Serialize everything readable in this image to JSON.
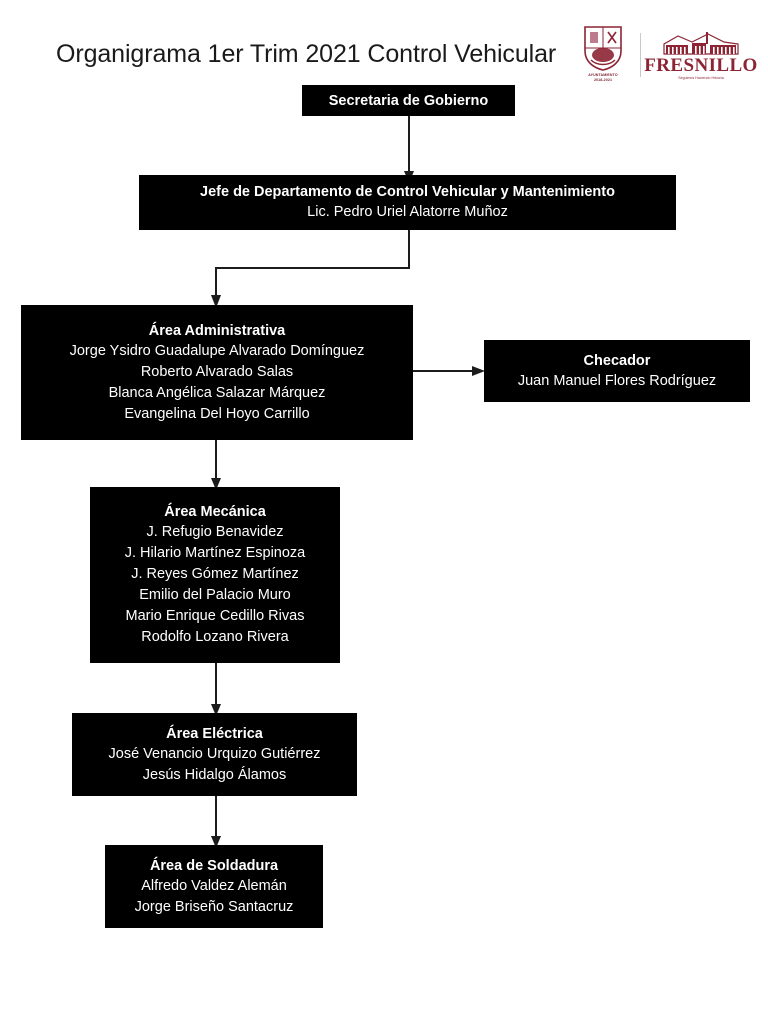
{
  "header": {
    "title": "Organigrama 1er Trim 2021 Control Vehicular",
    "logos": {
      "shield": {
        "name": "ayuntamiento-shield-logo",
        "caption_line1": "AYUNTAMIENTO",
        "caption_line2": "2018-2021",
        "color": "#8c2433"
      },
      "fresnillo": {
        "name": "fresnillo-logo",
        "wordmark": "FRESNILLO",
        "tagline": "Seguimos Haciendo Historia",
        "color": "#8c2433"
      }
    }
  },
  "chart": {
    "type": "org-chart",
    "nodes": [
      {
        "id": "secretaria",
        "role": "Secretaria de Gobierno",
        "people": []
      },
      {
        "id": "jefe-departamento",
        "role": "Jefe de Departamento de Control Vehicular y Mantenimiento",
        "people": [
          "Lic. Pedro Uriel Alatorre Muñoz"
        ]
      },
      {
        "id": "area-administrativa",
        "role": "Área Administrativa",
        "people": [
          "Jorge Ysidro Guadalupe Alvarado Domínguez",
          "Roberto Alvarado Salas",
          "Blanca Angélica Salazar Márquez",
          "Evangelina Del Hoyo Carrillo"
        ]
      },
      {
        "id": "checador",
        "role": "Checador",
        "people": [
          "Juan Manuel Flores Rodríguez"
        ]
      },
      {
        "id": "area-mecanica",
        "role": "Área Mecánica",
        "people": [
          "J. Refugio Benavidez",
          "J. Hilario Martínez Espinoza",
          "J. Reyes Gómez Martínez",
          "Emilio del Palacio Muro",
          "Mario Enrique Cedillo Rivas",
          "Rodolfo Lozano Rivera"
        ]
      },
      {
        "id": "area-electrica",
        "role": "Área Eléctrica",
        "people": [
          "José Venancio Urquizo Gutiérrez",
          "Jesús Hidalgo Álamos"
        ]
      },
      {
        "id": "area-soldadura",
        "role": "Área de Soldadura",
        "people": [
          "Alfredo Valdez Alemán",
          "Jorge Briseño Santacruz"
        ]
      }
    ],
    "edges": [
      {
        "from": "secretaria",
        "to": "jefe-departamento",
        "style": "vertical-arrow"
      },
      {
        "from": "jefe-departamento",
        "to": "area-administrativa",
        "style": "elbow-arrow"
      },
      {
        "from": "area-administrativa",
        "to": "checador",
        "style": "horizontal-arrow"
      },
      {
        "from": "area-administrativa",
        "to": "area-mecanica",
        "style": "vertical-arrow"
      },
      {
        "from": "area-mecanica",
        "to": "area-electrica",
        "style": "vertical-arrow"
      },
      {
        "from": "area-electrica",
        "to": "area-soldadura",
        "style": "vertical-arrow"
      }
    ],
    "colors": {
      "node_background": "#000000",
      "node_text": "#ffffff",
      "connector": "#1c1c1c",
      "page_background": "#ffffff"
    }
  }
}
